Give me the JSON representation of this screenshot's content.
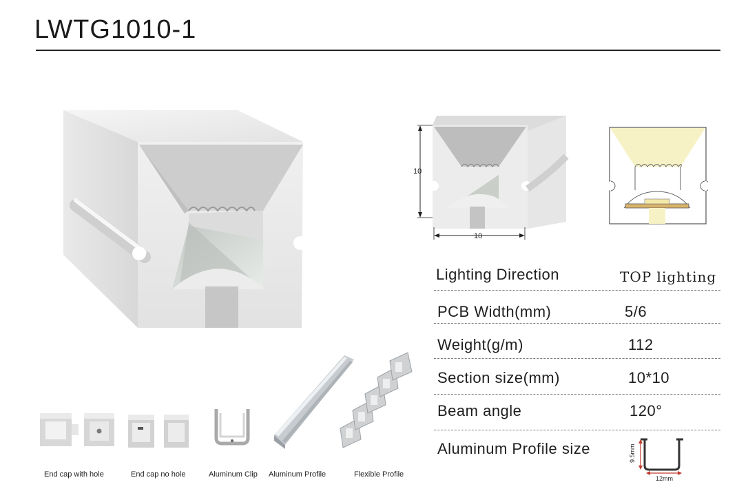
{
  "header": {
    "title": "LWTG1010-1"
  },
  "section_drawing": {
    "height_label": "10",
    "width_label": "10"
  },
  "specs": [
    {
      "label": "Lighting Direction",
      "value": "TOP lighting"
    },
    {
      "label": "PCB  Width(mm)",
      "value": "5/6"
    },
    {
      "label": "Weight(g/m)",
      "value": "112"
    },
    {
      "label": "Section size(mm)",
      "value": "10*10"
    },
    {
      "label": "Beam angle",
      "value": "120°"
    },
    {
      "label": "Aluminum Profile size",
      "value": ""
    }
  ],
  "aluminum_dims": {
    "height": "9.5mm",
    "width": "12mm"
  },
  "accessories": [
    {
      "label": "End cap with hole"
    },
    {
      "label": "End cap no hole"
    },
    {
      "label": "Aluminum Clip"
    },
    {
      "label": "Aluminum Profile"
    },
    {
      "label": "Flexible Profile"
    }
  ],
  "colors": {
    "profile_light": "#ebebeb",
    "profile_shadow": "#cfcfcf",
    "light_cream": "#f6f2c6",
    "led_chip": "#d9b46a"
  }
}
